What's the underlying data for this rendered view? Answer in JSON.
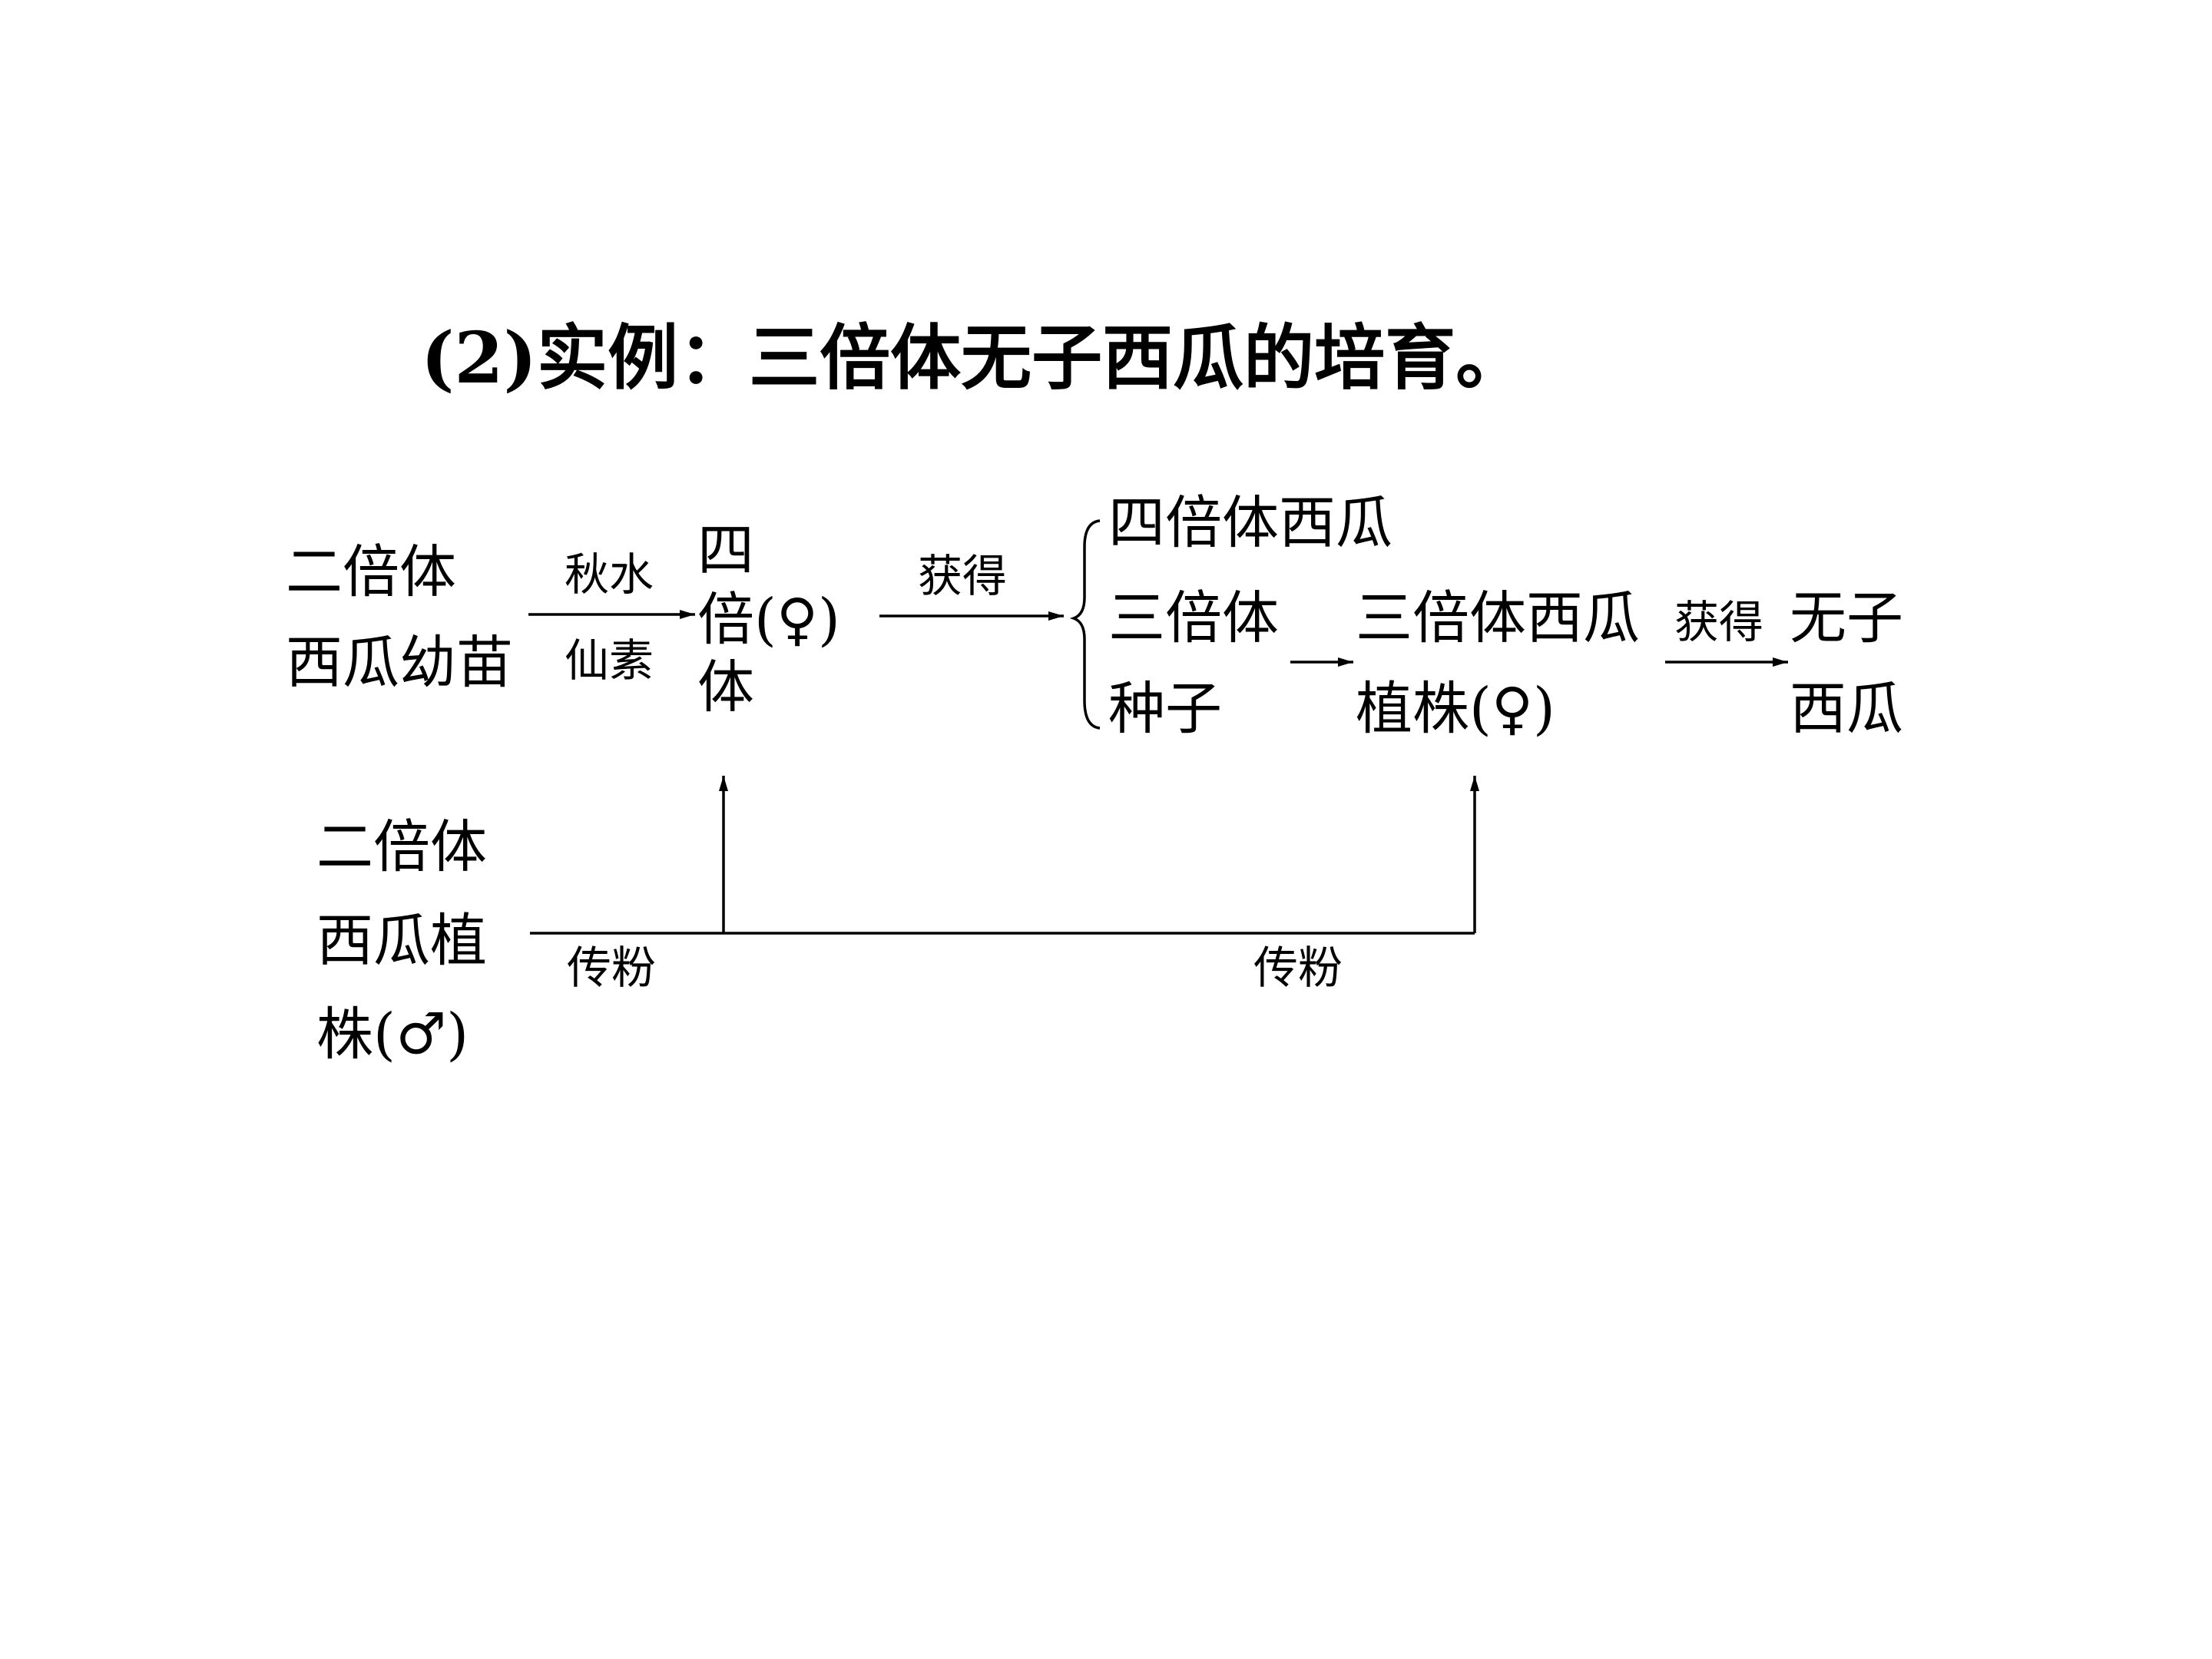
{
  "title": "(2)实例：三倍体无子西瓜的培育。",
  "nodes": {
    "diploid_seedling": [
      "二倍体",
      "西瓜幼苗"
    ],
    "tetraploid": [
      "四",
      "倍(♀)",
      "体"
    ],
    "tetraploid_melon": "四倍体西瓜",
    "triploid_seed": [
      "三倍体",
      "种子"
    ],
    "triploid_plant": [
      "三倍体西瓜",
      "植株(♀)"
    ],
    "seedless_melon": [
      "无子",
      "西瓜"
    ],
    "diploid_plant": [
      "二倍体",
      "西瓜植",
      "株(♂)"
    ]
  },
  "edges": {
    "colchicine": [
      "秋水",
      "仙素"
    ],
    "obtain_1": "获得",
    "obtain_2": "获得",
    "pollinate_1": "传粉",
    "pollinate_2": "传粉"
  }
}
